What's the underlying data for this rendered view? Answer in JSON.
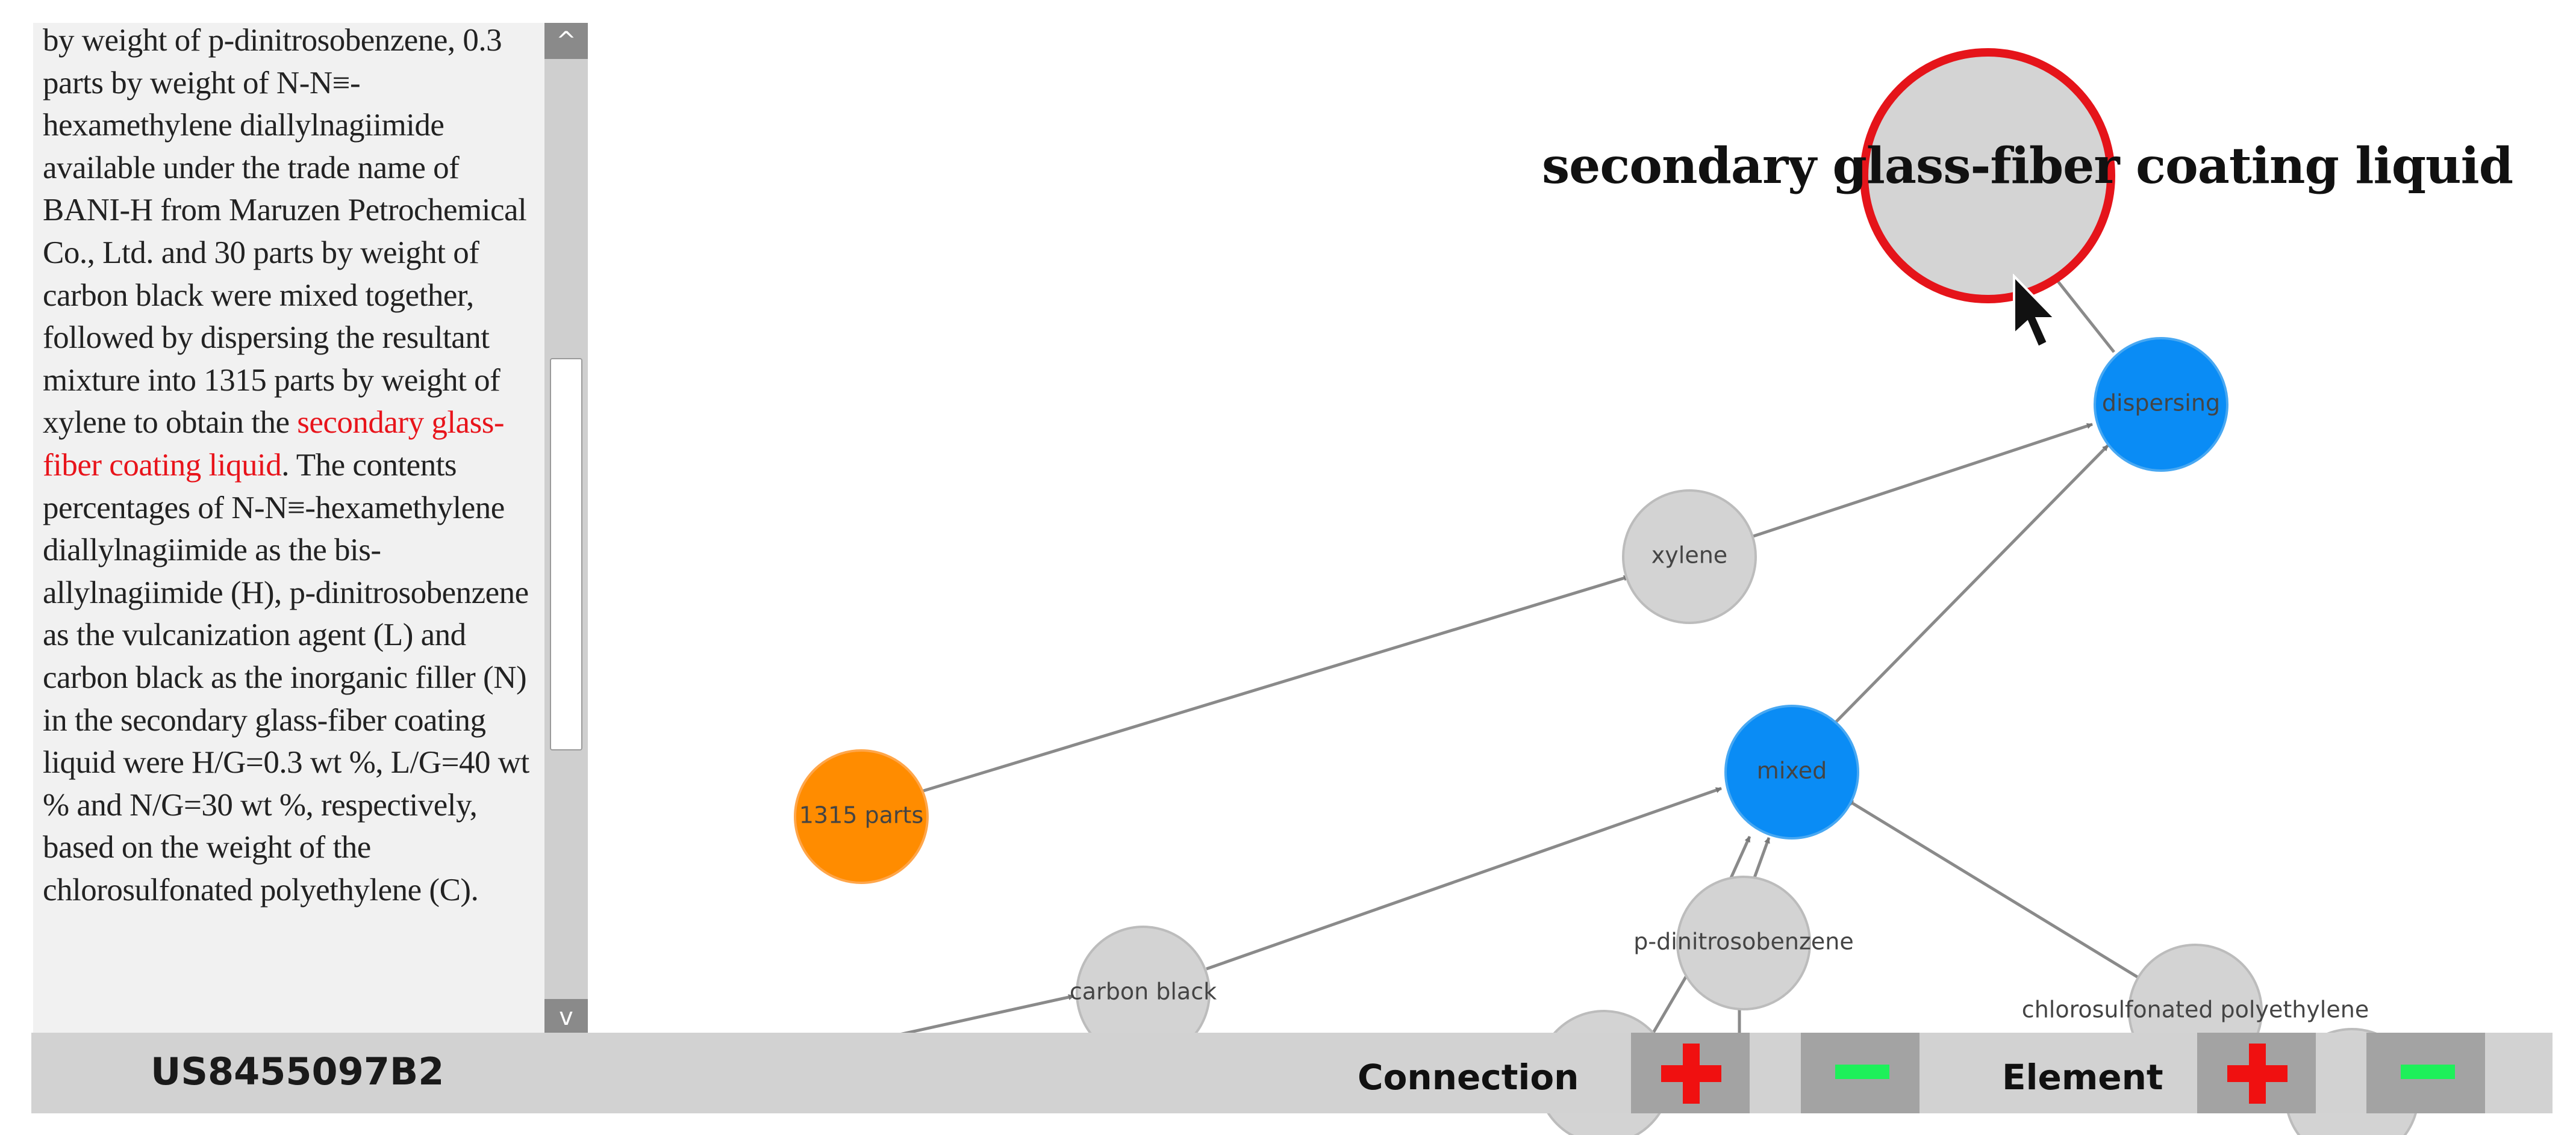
{
  "colors": {
    "highlight_text": "#e8141b",
    "node_default": "#d3d3d3",
    "node_blue": "#0a8cf5",
    "node_orange": "#ff8c00",
    "selection_ring": "#e5141a",
    "add_icon": "#f01010",
    "remove_icon": "#1ef05a"
  },
  "passage": {
    "before": "by weight of p-dinitrosobenzene, 0.3 parts by weight of N-N≡-hexamethylene diallylnagiimide available under the trade name of BANI-H from Maruzen Petrochemical Co., Ltd. and 30 parts by weight of carbon black were mixed together, followed by dispersing the resultant mixture into 1315 parts by weight of xylene to obtain the ",
    "highlight": "secondary glass-fiber coating liquid",
    "after": ". The contents percentages of N-N≡-hexamethylene diallylnagiimide as the bis-allylnagiimide (H), p-dinitrosobenzene as the vulcanization agent (L) and carbon black as the inorganic filler (N) in the secondary glass-fiber coating liquid were H/G=0.3 wt %, L/G=40 wt % and N/G=30 wt %, respectively, based on the weight of the chlorosulfonated polyethylene (C)."
  },
  "scrollbar": {
    "up_glyph": "^",
    "down_glyph": "v"
  },
  "graph": {
    "title": "secondary glass-fiber coating liquid",
    "nodes": {
      "target": "",
      "dispersing": "dispersing",
      "xylene": "xylene",
      "mixed": "mixed",
      "parts_1315": "1315 parts",
      "carbon_black": "carbon black",
      "p_dinitrosobenzene": "p-dinitrosobenzene",
      "chlorosulfonated_polyethylene": "chlorosulfonated polyethylene"
    }
  },
  "toolbar": {
    "document_id": "US8455097B2",
    "connection_label": "Connection",
    "element_label": "Element",
    "add_connection_icon": "plus-icon",
    "remove_connection_icon": "minus-icon",
    "add_element_icon": "plus-icon",
    "remove_element_icon": "minus-icon"
  }
}
